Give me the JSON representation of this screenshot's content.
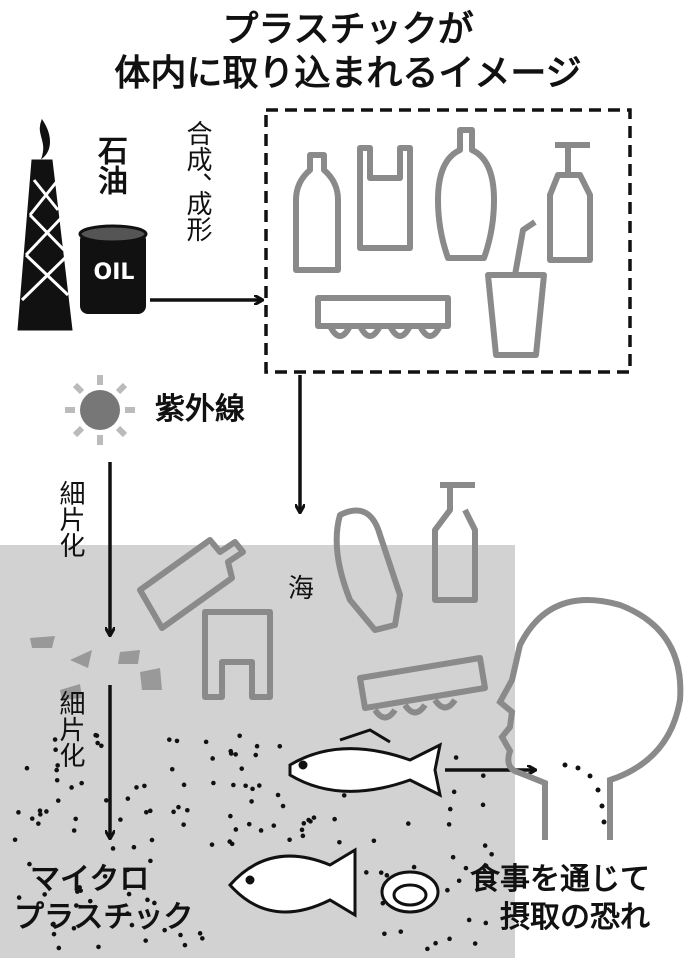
{
  "title": {
    "line1": "プラスチックが",
    "line2": "体内に取り込まれるイメージ"
  },
  "oil": {
    "label": "石油",
    "barrel_text": "OIL"
  },
  "process": {
    "col1": "合成、",
    "col2": "成形"
  },
  "uv": {
    "label": "紫外線"
  },
  "fragment1": {
    "label": "細片化"
  },
  "fragment2": {
    "label": "細片化"
  },
  "sea": {
    "label": "海"
  },
  "micro": {
    "line1": "マイクロ",
    "line2": "プラスチック"
  },
  "intake": {
    "line1": "食事を通じて",
    "line2": "摂取の恐れ"
  },
  "colors": {
    "ink": "#111111",
    "gray_icon": "#8a8a8a",
    "sea": "#d2d2d2"
  }
}
